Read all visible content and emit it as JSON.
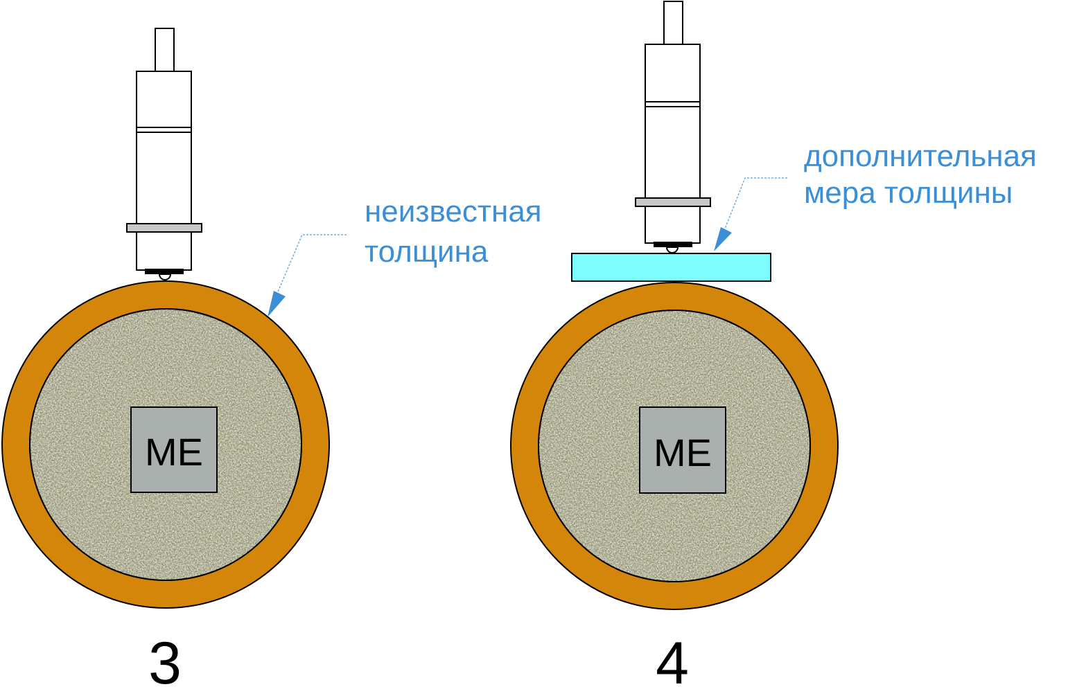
{
  "colors": {
    "coating": "#d4860a",
    "core_base": "#8c8b6a",
    "me_box": "#a9b0ae",
    "shim": "#7ffcff",
    "label": "#3a8fd6",
    "leader_line": "#6aaee6"
  },
  "panels": [
    {
      "number": "3",
      "me_label": "ME",
      "annotation": [
        "неизвестная",
        "толщина"
      ]
    },
    {
      "number": "4",
      "me_label": "ME",
      "annotation": [
        "дополнительная",
        "мера толщины"
      ]
    }
  ]
}
